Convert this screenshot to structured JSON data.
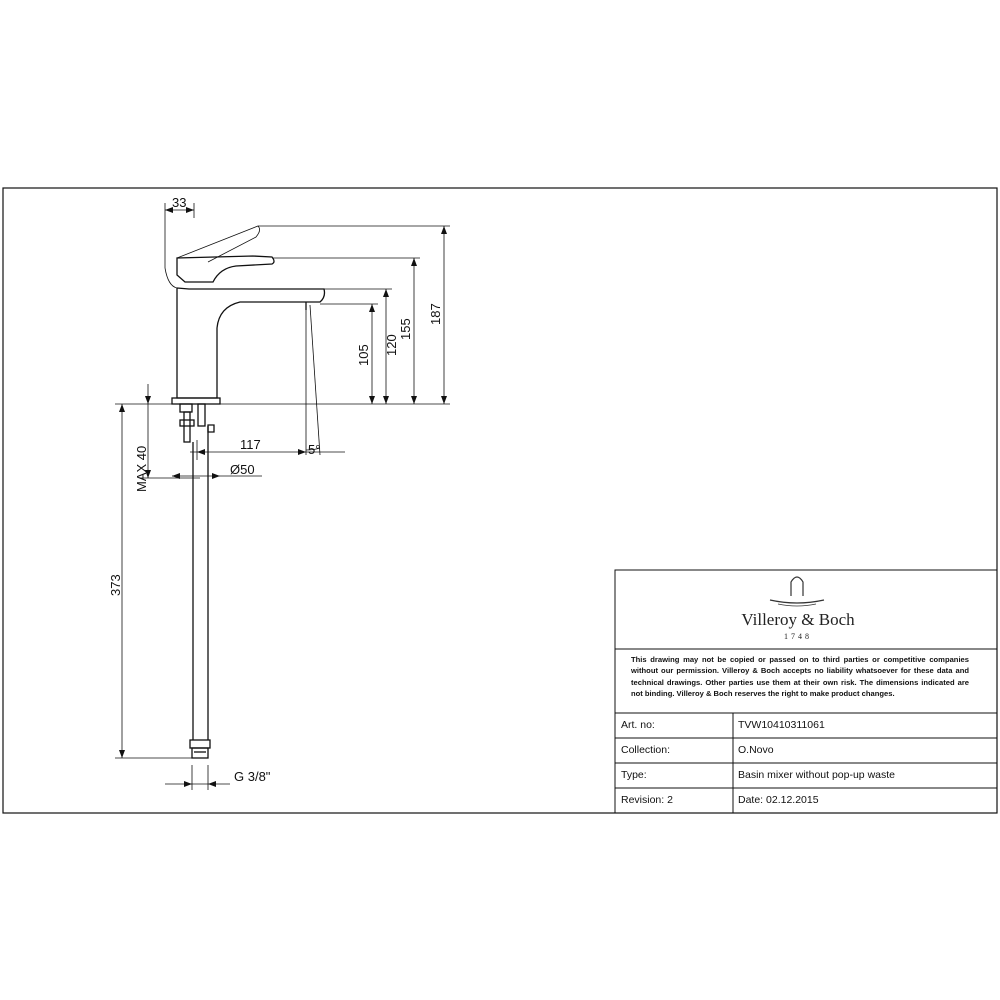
{
  "dimensions": {
    "spout_offset": "33",
    "h_187": "187",
    "h_155": "155",
    "h_120": "120",
    "h_105": "105",
    "reach": "117",
    "angle": "5°",
    "base_diameter": "Ø50",
    "max_deck": "MAX 40",
    "hose_length": "373",
    "connection": "G 3/8\""
  },
  "title_block": {
    "brand_name": "Villeroy & Boch",
    "brand_year": "1748",
    "disclaimer": "This drawing may not be copied or passed on to third parties or competitive companies without our permission. Villeroy & Boch accepts no liability whatsoever for these data and technical drawings. Other parties use them at their own risk. The dimensions indicated are not binding. Villeroy & Boch reserves the right to make product changes.",
    "rows": [
      {
        "label": "Art. no:",
        "value": "TVW10410311061"
      },
      {
        "label": "Collection:",
        "value": "O.Novo"
      },
      {
        "label": "Type:",
        "value": "Basin mixer without  pop-up waste"
      },
      {
        "label": "Revision: 2",
        "value": "Date:  02.12.2015"
      }
    ]
  }
}
